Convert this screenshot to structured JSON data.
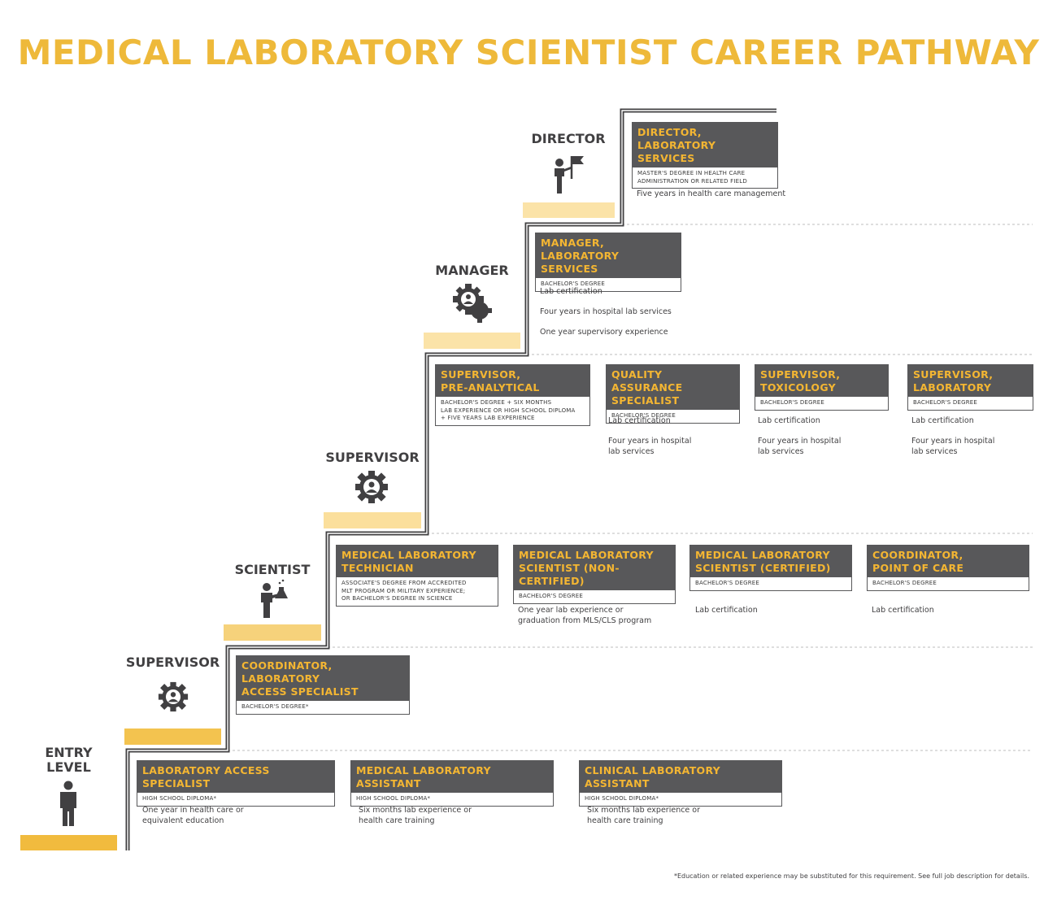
{
  "title": "MEDICAL LABORATORY SCIENTIST CAREER PATHWAY",
  "colors": {
    "accent": "#eeb93a",
    "card_header": "#58585a",
    "step_light": "#fbe3a8",
    "step_dark": "#f1bb3e"
  },
  "levels": {
    "director": "DIRECTOR",
    "manager": "MANAGER",
    "supervisor_upper": "SUPERVISOR",
    "scientist": "SCIENTIST",
    "supervisor_lower": "SUPERVISOR",
    "entry": "ENTRY\nLEVEL"
  },
  "icons": {
    "director": "person-with-flag-icon",
    "manager": "gears-with-person-icon",
    "supervisor_upper": "gear-with-person-icon",
    "scientist": "person-with-flask-icon",
    "supervisor_lower": "gear-with-person-icon",
    "entry": "person-icon"
  },
  "cards": {
    "director_lab": {
      "title": "DIRECTOR,\nLABORATORY SERVICES",
      "education": "MASTER'S DEGREE IN HEALTH CARE\nADMINISTRATION OR RELATED FIELD",
      "requirements": [
        "Five years in health care management"
      ]
    },
    "manager_lab": {
      "title": "MANAGER,\nLABORATORY SERVICES",
      "education": "BACHELOR'S DEGREE",
      "requirements": [
        "Lab certification",
        "Four years in hospital lab services",
        "One year supervisory experience"
      ]
    },
    "sup_preanalytical": {
      "title": "SUPERVISOR,\nPRE-ANALYTICAL",
      "education": "BACHELOR'S DEGREE + SIX MONTHS\nLAB EXPERIENCE OR HIGH SCHOOL DIPLOMA\n+ FIVE YEARS LAB EXPERIENCE",
      "requirements": []
    },
    "qa_specialist": {
      "title": "QUALITY ASSURANCE\nSPECIALIST",
      "education": "BACHELOR'S DEGREE",
      "requirements": [
        "Lab certification",
        "Four years in hospital\nlab services"
      ]
    },
    "sup_toxicology": {
      "title": "SUPERVISOR,\nTOXICOLOGY",
      "education": "BACHELOR'S DEGREE",
      "requirements": [
        "Lab certification",
        "Four years in hospital\nlab services"
      ]
    },
    "sup_laboratory": {
      "title": "SUPERVISOR,\nLABORATORY",
      "education": "BACHELOR'S DEGREE",
      "requirements": [
        "Lab certification",
        "Four years in hospital\nlab services"
      ]
    },
    "mlt": {
      "title": "MEDICAL LABORATORY\nTECHNICIAN",
      "education": "ASSOCIATE'S DEGREE FROM ACCREDITED\nMLT PROGRAM OR MILITARY EXPERIENCE;\nOR BACHELOR'S DEGREE IN SCIENCE",
      "requirements": []
    },
    "mls_noncert": {
      "title": "MEDICAL LABORATORY\nSCIENTIST (NON-CERTIFIED)",
      "education": "BACHELOR'S DEGREE",
      "requirements": [
        "One year lab experience or\ngraduation from MLS/CLS program"
      ]
    },
    "mls_cert": {
      "title": "MEDICAL LABORATORY\nSCIENTIST (CERTIFIED)",
      "education": "BACHELOR'S DEGREE",
      "requirements": [
        "Lab certification"
      ]
    },
    "coord_poc": {
      "title": "COORDINATOR,\nPOINT OF CARE",
      "education": "BACHELOR'S DEGREE",
      "requirements": [
        "Lab certification"
      ]
    },
    "coord_las": {
      "title": "COORDINATOR, LABORATORY\nACCESS SPECIALIST",
      "education": "BACHELOR'S DEGREE*",
      "requirements": []
    },
    "las": {
      "title": "LABORATORY ACCESS SPECIALIST",
      "education": "HIGH SCHOOL DIPLOMA*",
      "requirements": [
        "One year in health care or\nequivalent education"
      ]
    },
    "mla": {
      "title": "MEDICAL LABORATORY ASSISTANT",
      "education": "HIGH SCHOOL DIPLOMA*",
      "requirements": [
        "Six months lab experience or\nhealth care training"
      ]
    },
    "cla": {
      "title": "CLINICAL LABORATORY ASSISTANT",
      "education": "HIGH SCHOOL DIPLOMA*",
      "requirements": [
        "Six months lab experience or\nhealth care training"
      ]
    }
  },
  "footnote": "*Education or related experience may be substituted for this requirement. See full job description for details."
}
